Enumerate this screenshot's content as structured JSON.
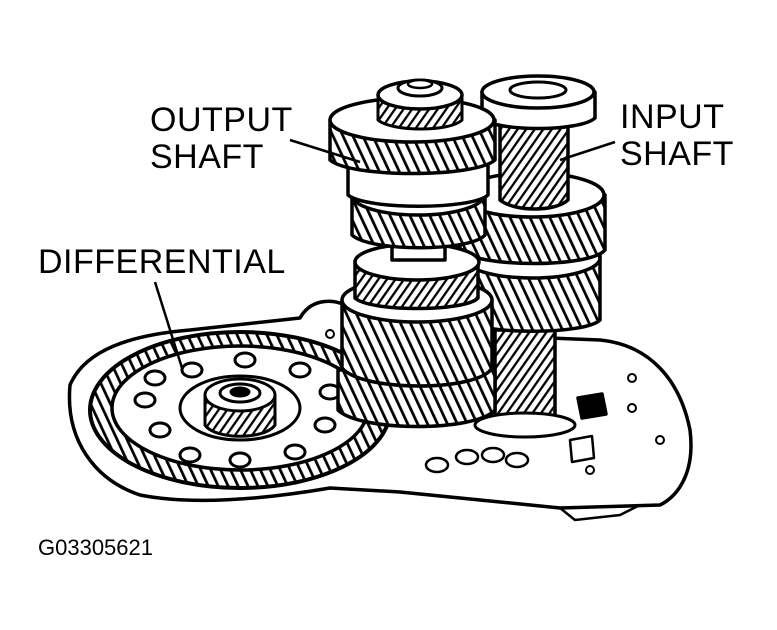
{
  "labels": {
    "output_shaft": [
      "OUTPUT",
      "SHAFT"
    ],
    "input_shaft": [
      "INPUT",
      "SHAFT"
    ],
    "differential": "DIFFERENTIAL"
  },
  "figure_code": "G03305621",
  "colors": {
    "ink": "#000000",
    "paper": "#ffffff"
  }
}
